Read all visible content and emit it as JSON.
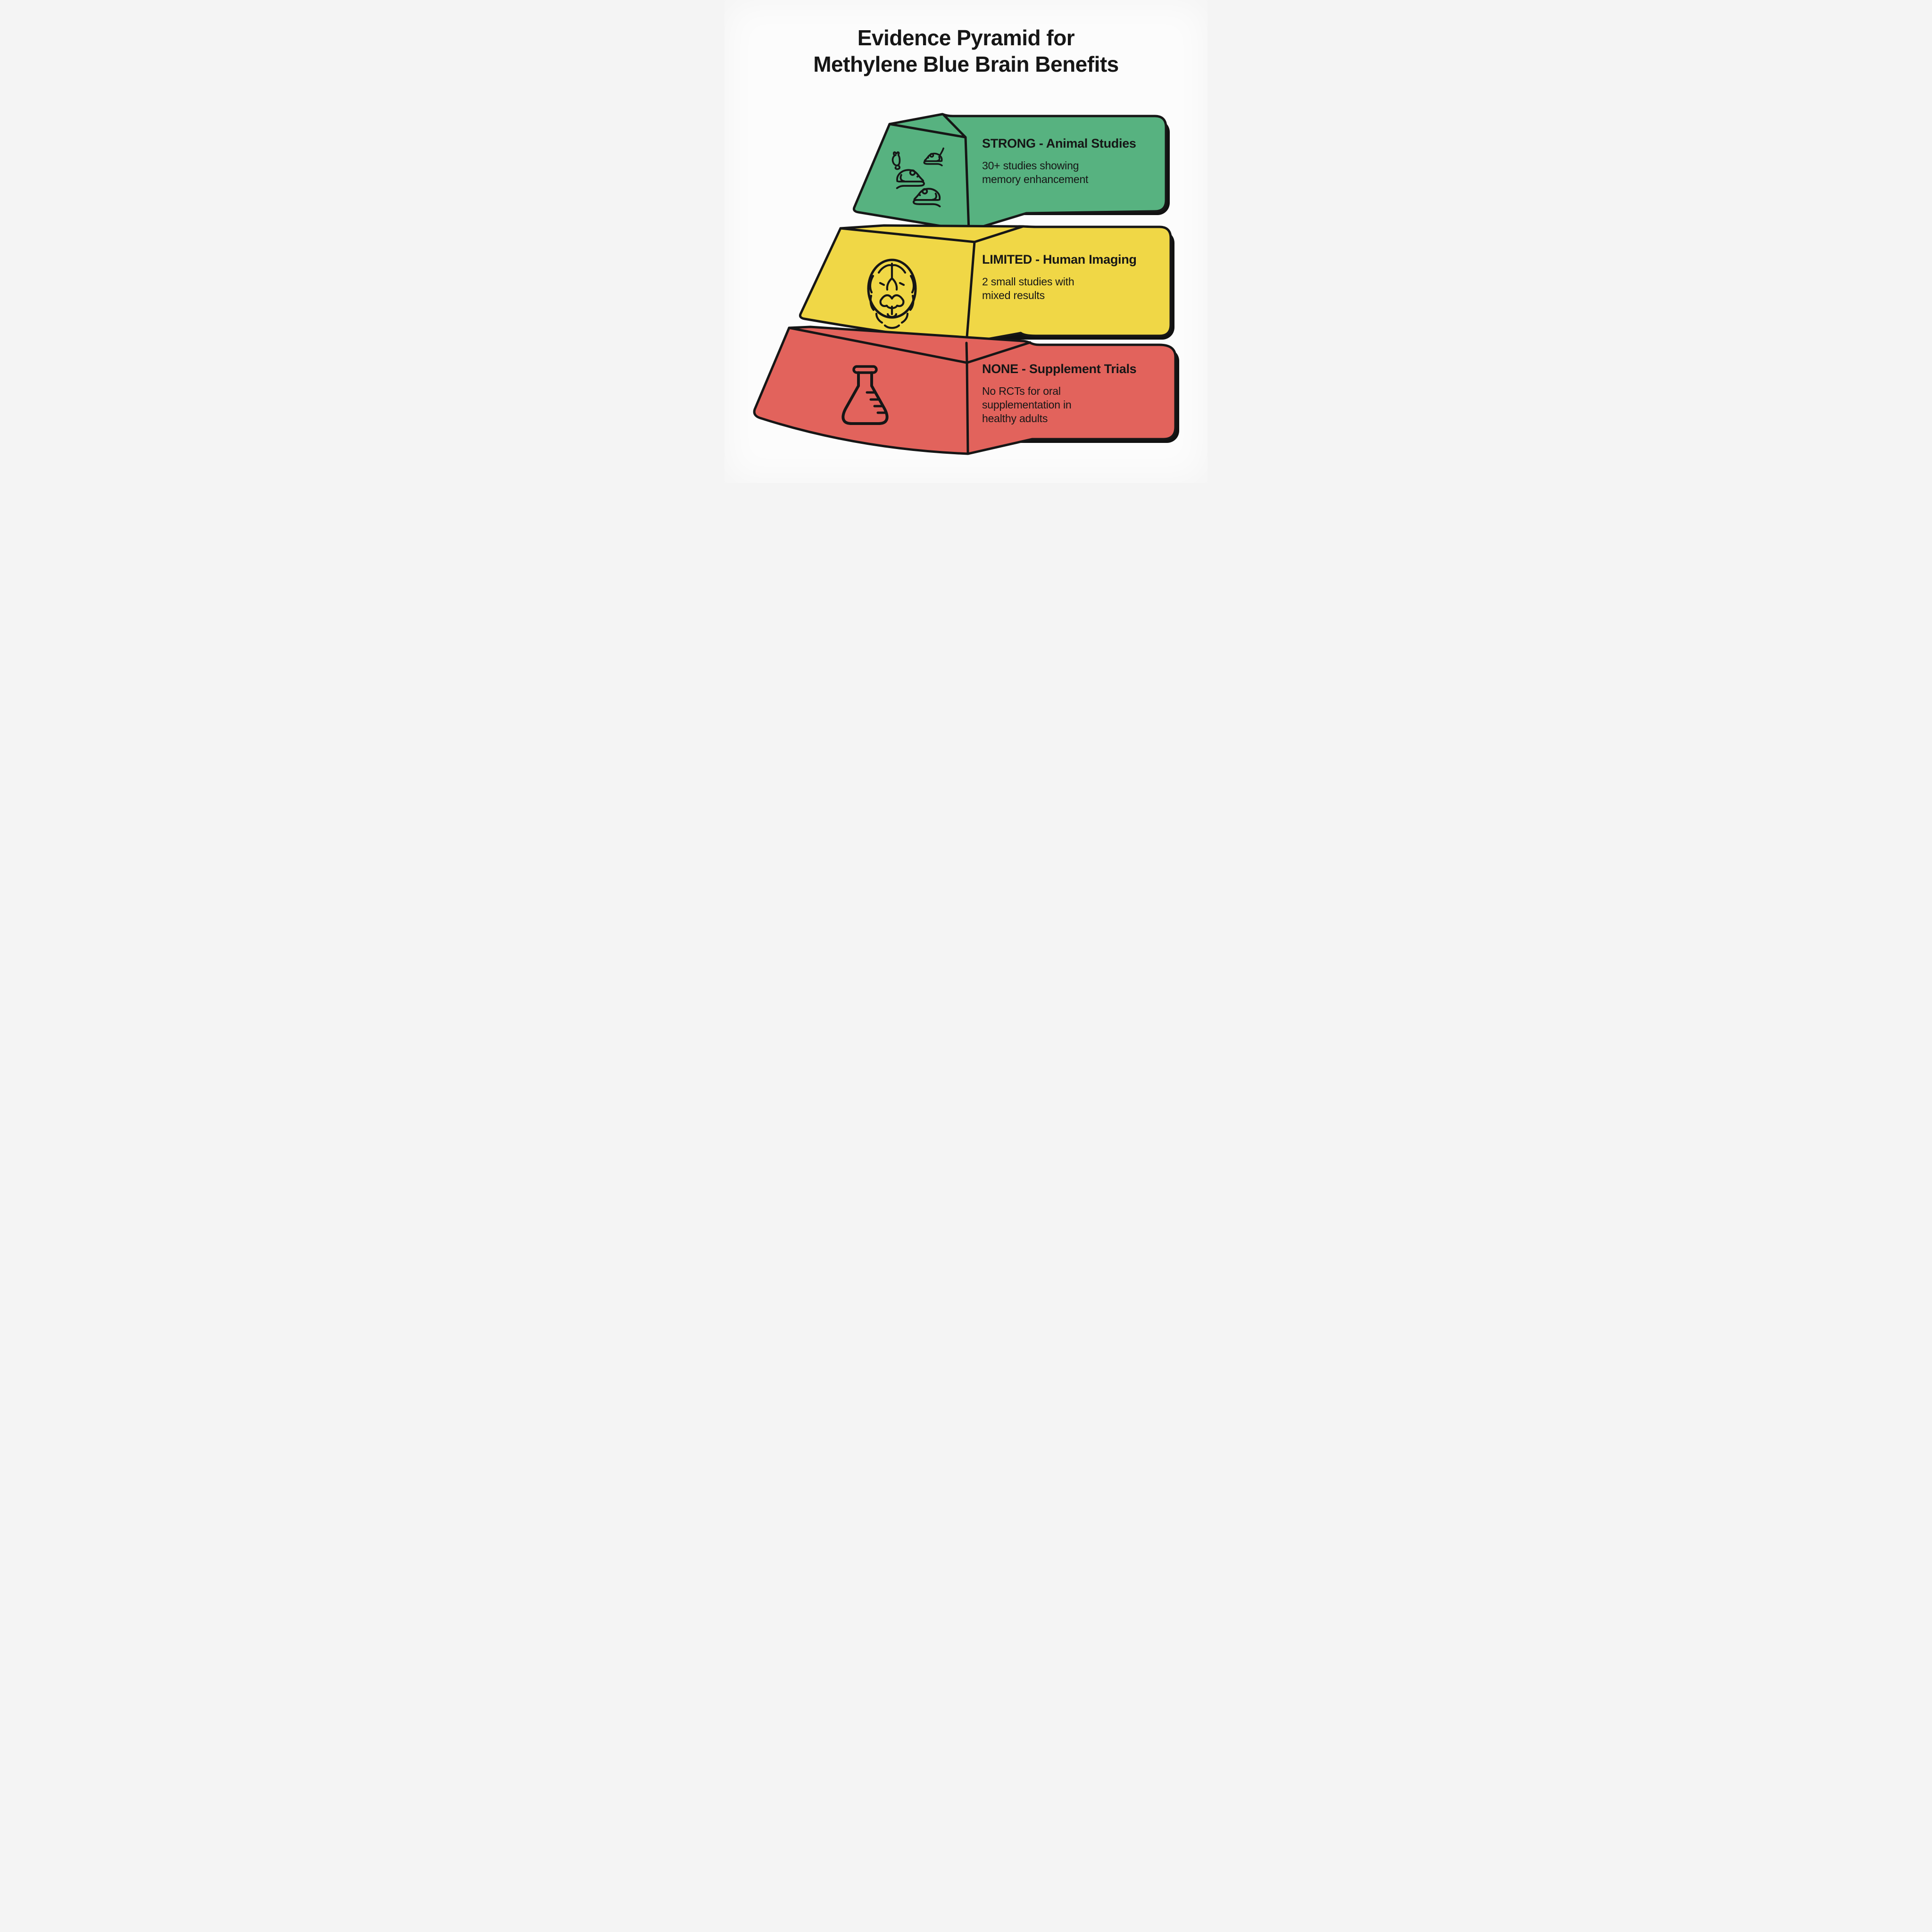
{
  "title": {
    "text": "Evidence Pyramid for\nMethylene Blue Brain Benefits"
  },
  "tiers": [
    {
      "heading": "STRONG - Animal Studies",
      "body": "30+ studies showing\nmemory enhancement",
      "icon": "mice-icon",
      "color": "#57b280"
    },
    {
      "heading": "LIMITED - Human Imaging",
      "body": "2 small studies with\nmixed results",
      "icon": "brain-icon",
      "color": "#f0d746"
    },
    {
      "heading": "NONE - Supplement Trials",
      "body": "No RCTs for oral\nsupplementation in\nhealthy adults",
      "icon": "flask-icon",
      "color": "#e2635c"
    }
  ],
  "colors": {
    "background": "#fcfcfc",
    "outline": "#161616",
    "text": "#161616",
    "shadow": "#111111"
  }
}
